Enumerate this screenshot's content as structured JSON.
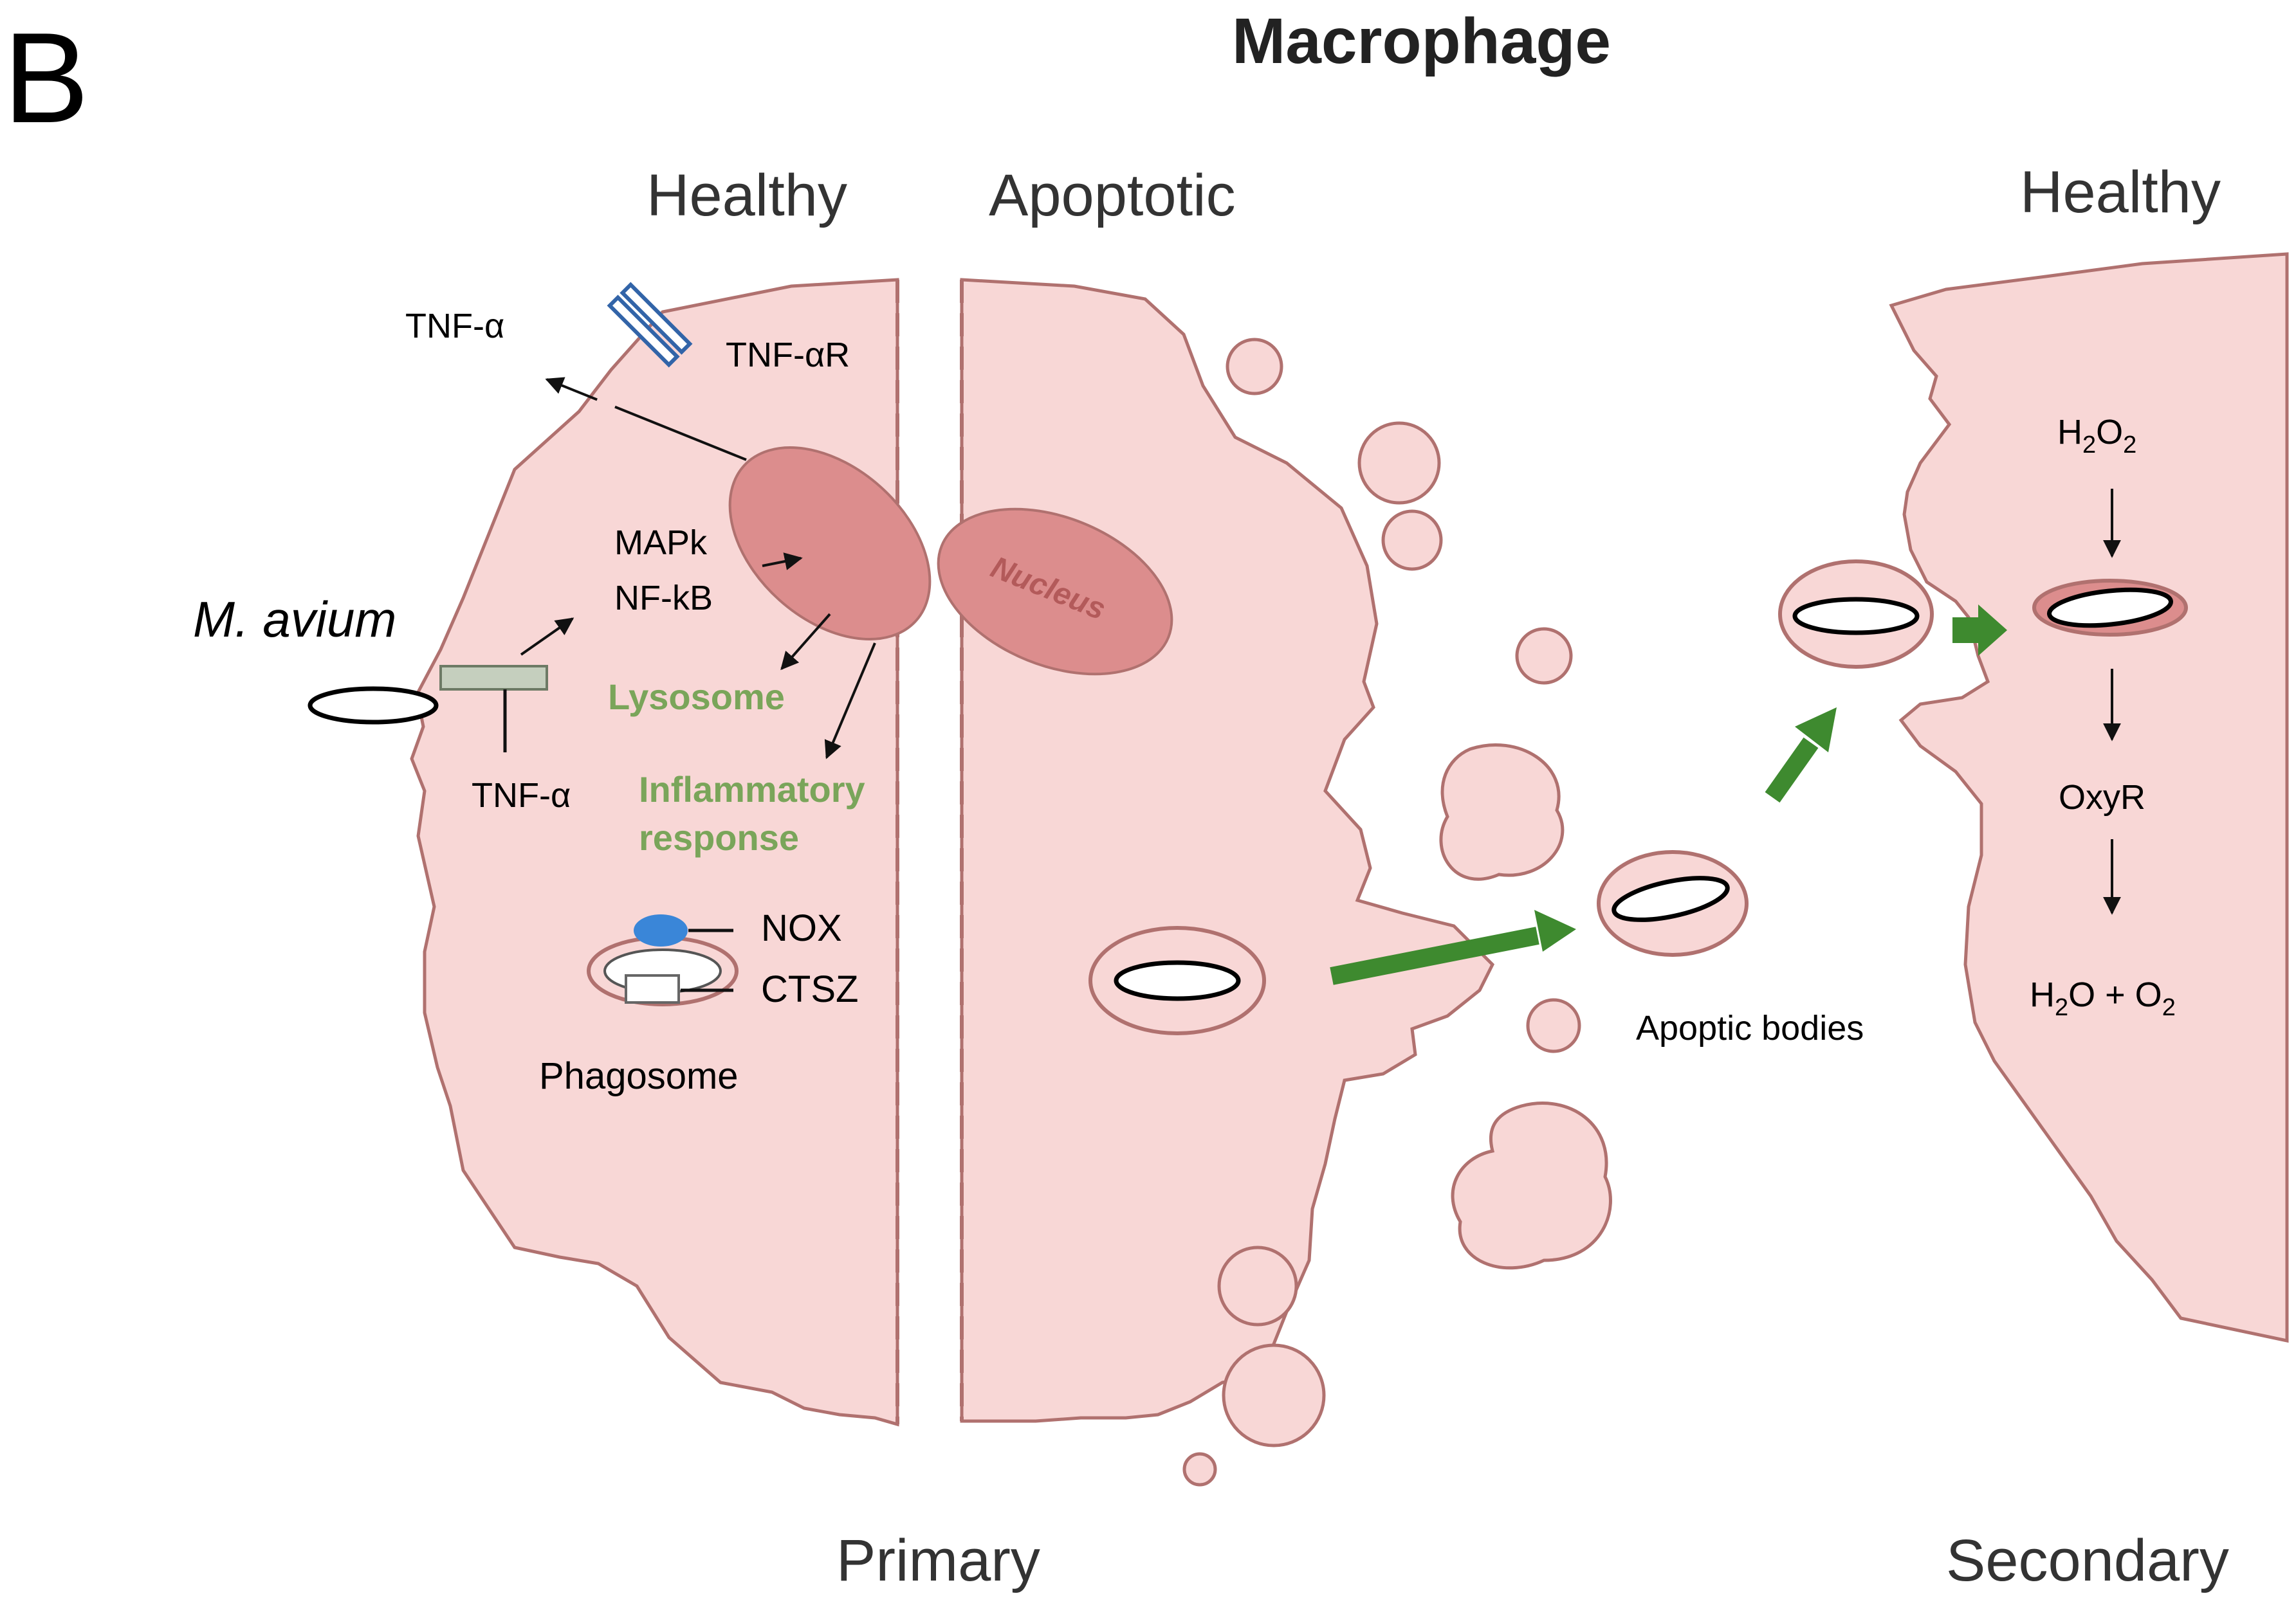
{
  "panel_letter": "B",
  "title": "Macrophage",
  "headers": {
    "left_healthy": "Healthy",
    "apoptotic": "Apoptotic",
    "right_healthy": "Healthy"
  },
  "footers": {
    "primary": "Primary",
    "secondary": "Secondary"
  },
  "labels": {
    "tnf_alpha_secreted": "TNF-α",
    "tnf_alpha_receptor": "TNF-αR",
    "mapk": "MAPk",
    "nfkb": "NF-kB",
    "m_avium": "M. avium",
    "tnf_alpha_membrane": "TNF-α",
    "lysosome": "Lysosome",
    "inflammatory_1": "Inflammatory",
    "inflammatory_2": "response",
    "nox": "NOX",
    "ctsz": "CTSZ",
    "phagosome": "Phagosome",
    "nucleus": "Nucleus",
    "apoptic_bodies": "Apoptic bodies",
    "oxyr": "OxyR"
  },
  "formulas": {
    "h2o2": {
      "a": "H",
      "b": "2",
      "c": "O",
      "d": "2"
    },
    "h2o_o2": {
      "a": "H",
      "b": "2",
      "c": "O + O",
      "d": "2"
    }
  },
  "colors": {
    "cell_fill": "#f8d7d6",
    "cell_stroke": "#b0716f",
    "nucleus_fill": "#dc8d8d",
    "arrow_green": "#3e8a2f",
    "nox_blue": "#3a86d8",
    "receptor_blue": "#3264a8",
    "membrane_protein": "#c5cfbe"
  }
}
